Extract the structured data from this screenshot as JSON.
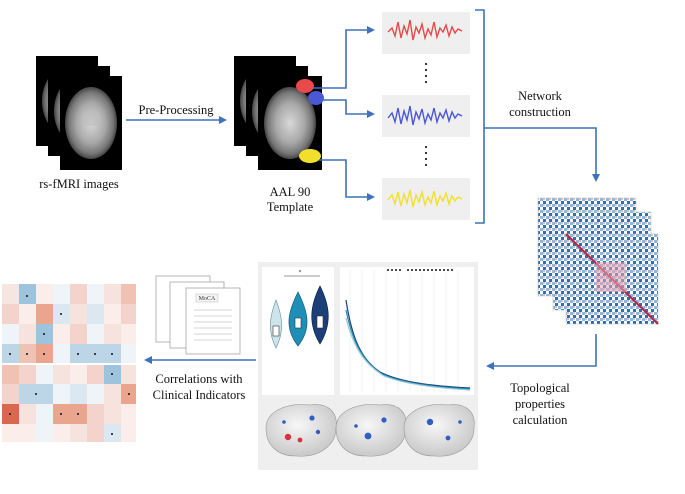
{
  "labels": {
    "images": "rs-fMRI images",
    "preprocessing": "Pre-Processing",
    "aal_line1": "AAL 90",
    "aal_line2": "Template",
    "network_line1": "Network",
    "network_line2": "construction",
    "topo_line1": "Topological",
    "topo_line2": "properties",
    "topo_line3": "calculation",
    "corr_line1": "Correlations with",
    "corr_line2": "Clinical Indicators",
    "doc_title": "MoCA",
    "significance_star": "*"
  },
  "colors": {
    "arrow": "#3f72b8",
    "signal_red": "#e8494a",
    "signal_blue": "#4b58d6",
    "signal_yellow": "#f2df2c",
    "violin_light": "#cfe4ea",
    "violin_mid": "#1f8fb8",
    "violin_dark": "#1c3f78"
  },
  "icons": {
    "brain_stack": "brain-scan-stack",
    "document_stack": "document-stack"
  }
}
